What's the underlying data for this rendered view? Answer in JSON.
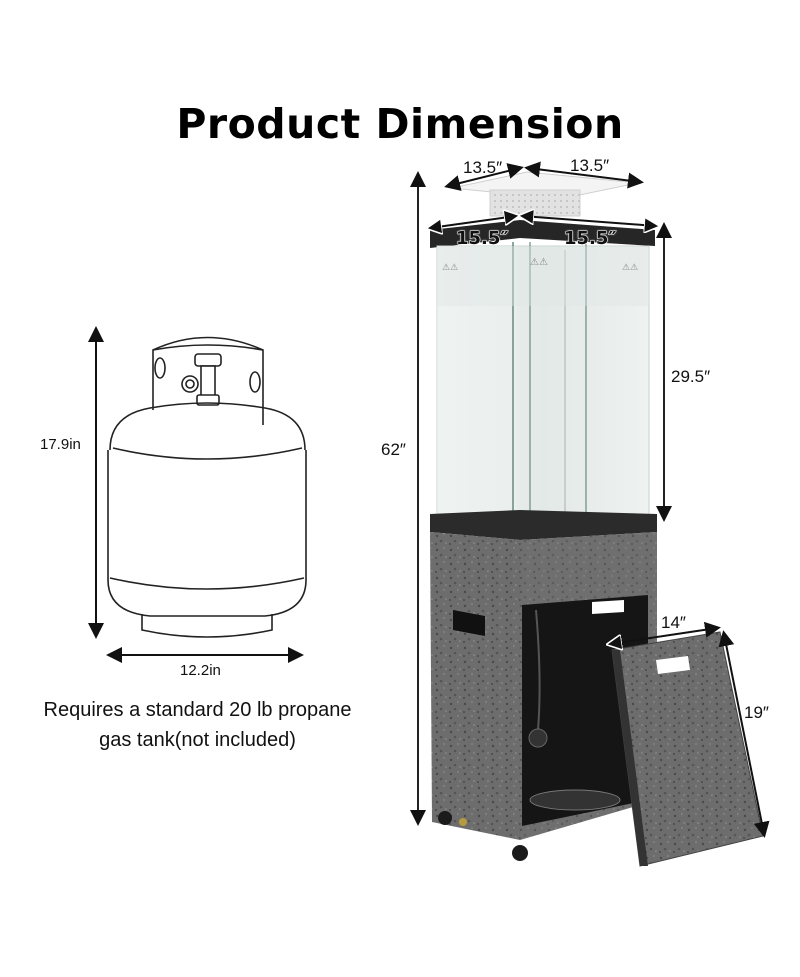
{
  "header": {
    "title": "Product Dimension"
  },
  "tank": {
    "height_label": "17.9in",
    "width_label": "12.2in",
    "caption_line1": "Requires a standard 20 lb propane",
    "caption_line2": "gas tank(not included)"
  },
  "heater": {
    "total_height_label": "62″",
    "top_cap_left_label": "13.5″",
    "top_cap_right_label": "13.5″",
    "frame_left_label": "15.5″",
    "frame_right_label": "15.5″",
    "glass_height_label": "29.5″",
    "door_width_label": "14″",
    "door_height_label": "19″"
  },
  "colors": {
    "background": "#ffffff",
    "text": "#111111",
    "frame": "#2a2a2a",
    "concrete": "#6f6f6f",
    "glass": "#e6ecea"
  }
}
